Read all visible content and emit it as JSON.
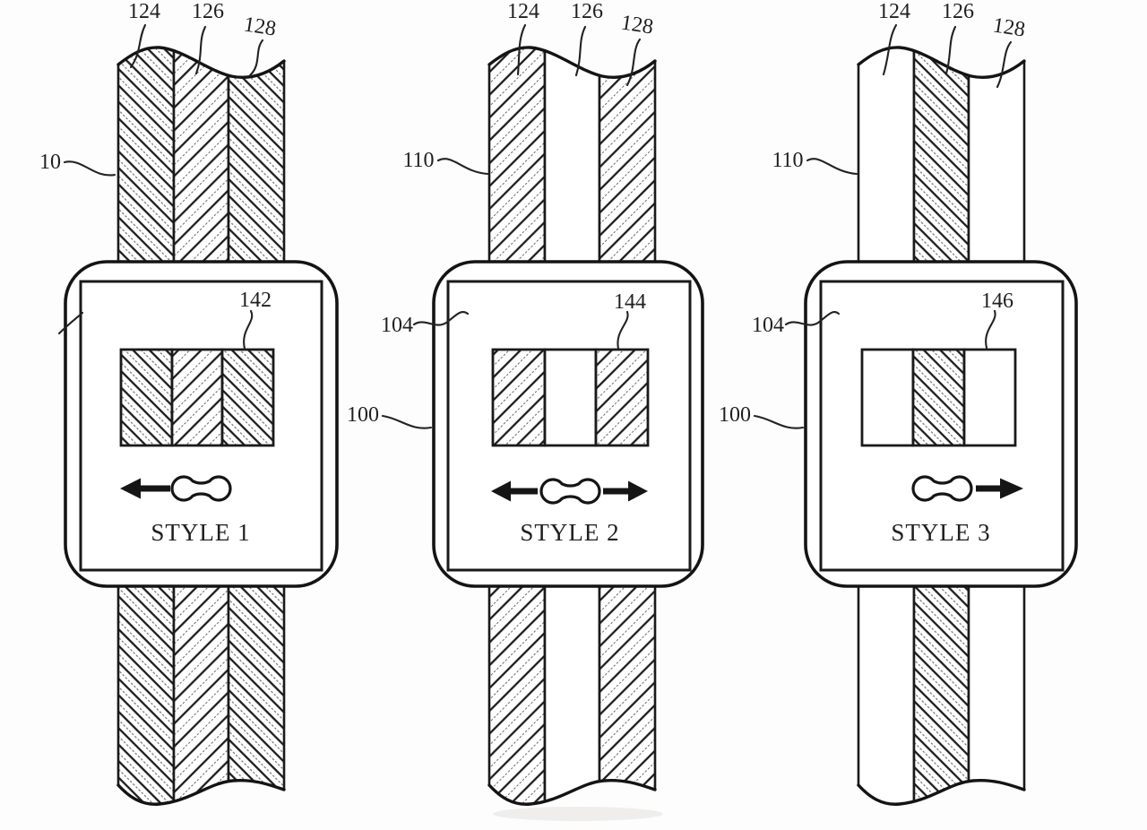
{
  "figure": {
    "colors": {
      "ink": "#1a1a1a",
      "paper": "#fdfdfd"
    },
    "watches": [
      {
        "style_label": "STYLE 1",
        "band_ref": "10",
        "swatch_ref": "142",
        "layer_refs": [
          "124",
          "126",
          "128"
        ],
        "arrow_direction": "left"
      },
      {
        "style_label": "STYLE 2",
        "band_ref": "110",
        "housing_ref": "100",
        "display_ref": "104",
        "swatch_ref": "144",
        "layer_refs": [
          "124",
          "126",
          "128"
        ],
        "arrow_direction": "both"
      },
      {
        "style_label": "STYLE 3",
        "band_ref": "110",
        "housing_ref": "100",
        "display_ref": "104",
        "swatch_ref": "146",
        "layer_refs": [
          "124",
          "126",
          "128"
        ],
        "arrow_direction": "right"
      }
    ]
  }
}
